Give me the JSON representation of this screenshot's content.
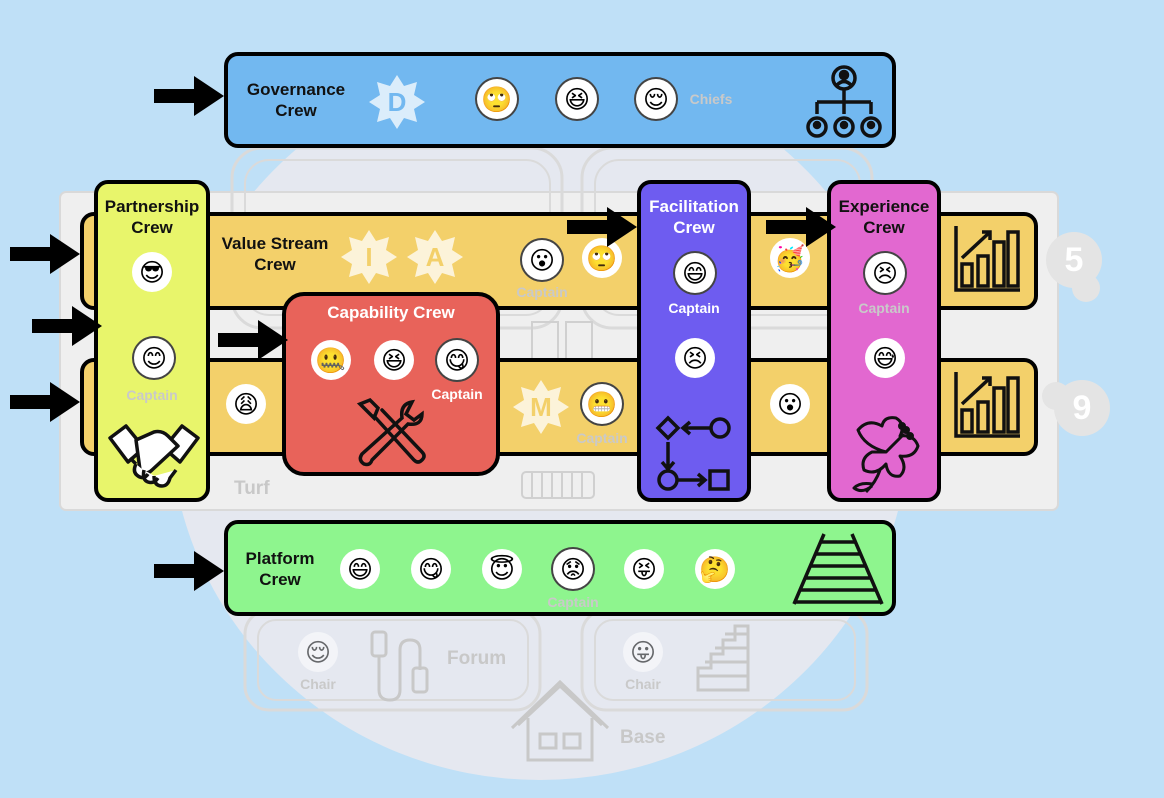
{
  "governance": {
    "title": "Governance\nCrew",
    "badge": "D",
    "chiefs_label": "Chiefs"
  },
  "partnership": {
    "title": "Partnership\nCrew",
    "captain_label": "Captain"
  },
  "value_stream": {
    "title": "Value Stream\nCrew",
    "badges": [
      "I",
      "A"
    ],
    "captain_label": "Captain",
    "number_badge": "5"
  },
  "capability": {
    "title": "Capability Crew",
    "captain_label": "Captain"
  },
  "lower_stream": {
    "badge": "M",
    "captain_label": "Captain",
    "number_badge": "9"
  },
  "facilitation": {
    "title": "Facilitation\nCrew",
    "captain_label": "Captain"
  },
  "experience": {
    "title": "Experience\nCrew",
    "captain_label": "Captain"
  },
  "platform": {
    "title": "Platform\nCrew",
    "captain_label": "Captain"
  },
  "background": {
    "turf_label": "Turf",
    "forum_label": "Forum",
    "base_label": "Base",
    "chair_label_left": "Chair",
    "chair_label_right": "Chair"
  },
  "faces": {
    "governance": [
      "🙄",
      "😆",
      "😌"
    ],
    "partnership": [
      "😎",
      "😊"
    ],
    "value_stream": [
      "😮",
      "🙄",
      "🥳"
    ],
    "lower_stream": [
      "😩",
      "😬",
      "😮"
    ],
    "capability": [
      "🤐",
      "😆",
      "😋"
    ],
    "facilitation": [
      "😄",
      "😣"
    ],
    "experience": [
      "😣",
      "😅"
    ],
    "platform": [
      "😄",
      "😋",
      "😇",
      "😟",
      "😝",
      "🤔"
    ],
    "chairs": [
      "😌",
      "😛"
    ]
  },
  "colors": {
    "background": "#bfe0f7",
    "governance": "#72b8f0",
    "partnership": "#e8f56b",
    "value_stream": "#f3d06a",
    "capability": "#e8635a",
    "facilitation": "#6e5cf0",
    "experience": "#e268d0",
    "platform": "#8ef58e"
  }
}
